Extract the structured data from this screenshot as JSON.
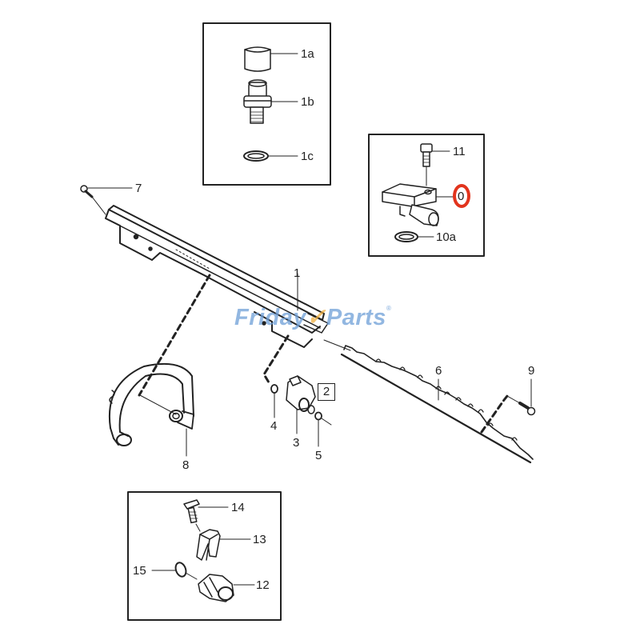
{
  "diagram": {
    "type": "exploded-parts-diagram",
    "subject": "Fuel rail assembly",
    "watermark": {
      "text_a": "Friday",
      "text_b": "Parts",
      "registered": "®",
      "color": "#6e9fd8",
      "accent": "#f0b040"
    },
    "highlight_color": "#e2341d",
    "inset_boxes": [
      {
        "id": "top-center",
        "parts": [
          "1a",
          "1b",
          "1c"
        ]
      },
      {
        "id": "top-right",
        "parts": [
          "11",
          "0",
          "10a"
        ]
      },
      {
        "id": "bottom-left",
        "parts": [
          "14",
          "13",
          "15",
          "12"
        ]
      }
    ],
    "labels": {
      "p1a": "1a",
      "p1b": "1b",
      "p1c": "1c",
      "p11": "11",
      "p0": "0",
      "p10a": "10a",
      "p7": "7",
      "p1": "1",
      "p6": "6",
      "p9": "9",
      "p2": "2",
      "p4": "4",
      "p3": "3",
      "p5": "5",
      "p8": "8",
      "p14": "14",
      "p13": "13",
      "p15": "15",
      "p12": "12"
    },
    "highlighted_part": "0"
  }
}
